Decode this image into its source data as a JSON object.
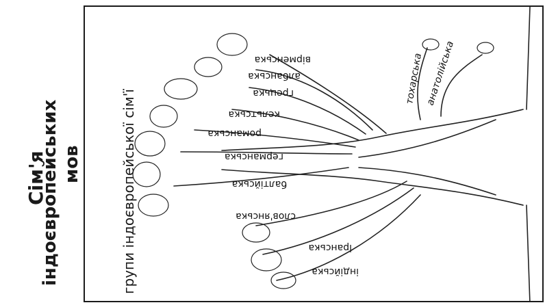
{
  "title": {
    "line1": "Сім'я",
    "line2": "індоєвропейських",
    "line3": "мов"
  },
  "subtitle": "групи індоєвропейської сім'ї",
  "branches": [
    {
      "label": "вірменська"
    },
    {
      "label": "албанська"
    },
    {
      "label": "грецька"
    },
    {
      "label": "кельтська"
    },
    {
      "label": "романська"
    },
    {
      "label": "германська"
    },
    {
      "label": "балтійська"
    },
    {
      "label": "слов'янська"
    },
    {
      "label": "іранська"
    },
    {
      "label": "індійська"
    }
  ],
  "extinct_branches": [
    {
      "label": "тохарська"
    },
    {
      "label": "анатолійська"
    }
  ]
}
